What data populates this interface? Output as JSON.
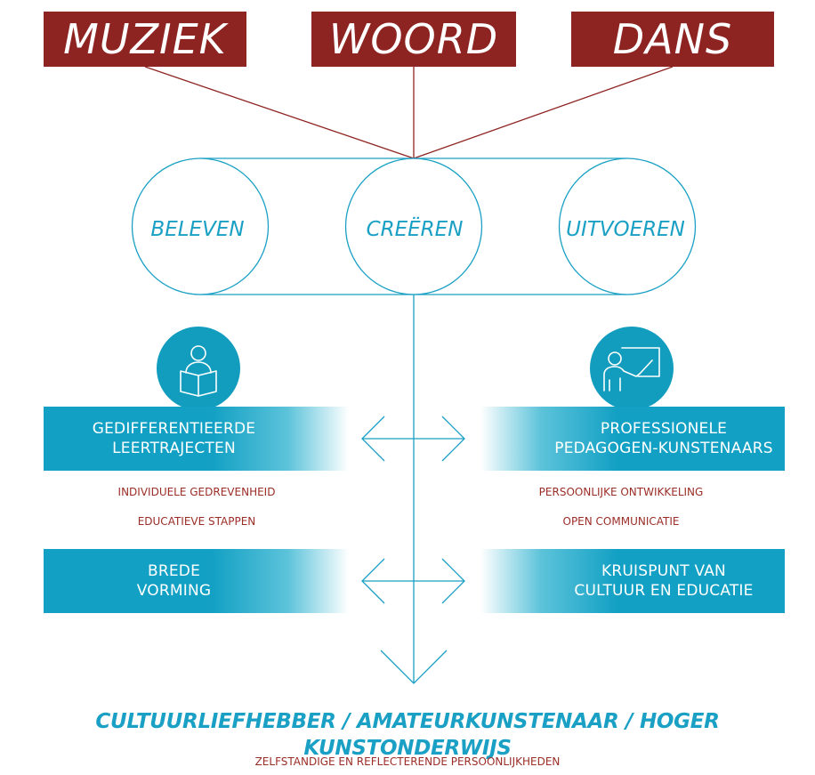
{
  "disciplines": {
    "muziek": "MUZIEK",
    "woord": "WOORD",
    "dans": "DANS"
  },
  "modes": {
    "beleven": "BELEVEN",
    "creeren": "CREËREN",
    "uitvoeren": "UITVOEREN"
  },
  "left_column": {
    "box1_line1": "GEDIFFERENTIEERDE",
    "box1_line2": "LEERTRAJECTEN",
    "sub1": "INDIVIDUELE GEDREVENHEID",
    "sub2": "EDUCATIEVE STAPPEN",
    "box2_line1": "BREDE",
    "box2_line2": "VORMING"
  },
  "right_column": {
    "box1_line1": "PROFESSIONELE",
    "box1_line2": "PEDAGOGEN-KUNSTENAARS",
    "sub1": "PERSOONLIJKE ONTWIKKELING",
    "sub2": "OPEN COMMUNICATIE",
    "box2_line1": "KRUISPUNT VAN",
    "box2_line2": "CULTUUR EN EDUCATIE"
  },
  "outcome": {
    "title": "CULTUURLIEFHEBBER / AMATEURKUNSTENAAR / HOGER KUNSTONDERWIJS",
    "subtitle": "ZELFSTANDIGE EN REFLECTERENDE PERSOONLIJKHEDEN"
  },
  "icons": {
    "left": "reader-icon",
    "right": "teacher-icon"
  },
  "colors": {
    "discipline_red": "#8e2421",
    "accent_blue": "#1aa0c4",
    "box_blue": "#12a0c4",
    "sub_red": "#9b2d27"
  }
}
